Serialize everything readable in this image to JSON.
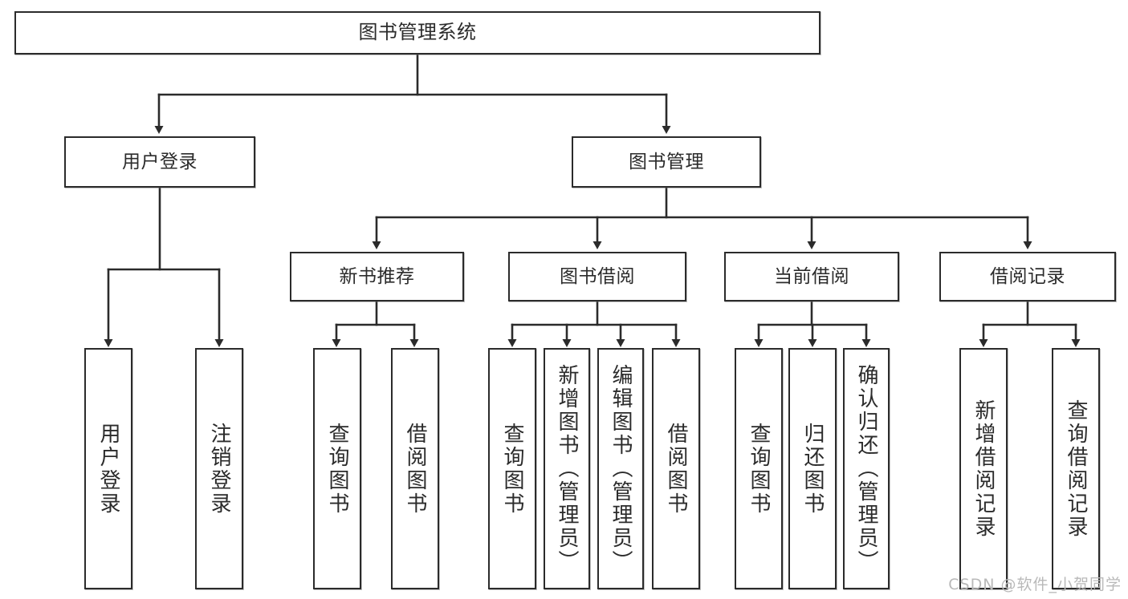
{
  "diagram": {
    "type": "tree",
    "title": "图书管理系统",
    "watermark": "CSDN @软件_小贺同学",
    "colors": {
      "border": "#2b2b2b",
      "background": "#ffffff",
      "text": "#2b2b2b",
      "connector": "#2b2b2b",
      "watermark": "#b9b9b9"
    },
    "levels": {
      "level1": [
        "图书管理系统"
      ],
      "level2": [
        "用户登录",
        "图书管理"
      ],
      "level3": [
        "新书推荐",
        "图书借阅",
        "当前借阅",
        "借阅记录"
      ],
      "level4": [
        "用户登录",
        "注销登录",
        "查询图书",
        "借阅图书",
        "查询图书",
        "新增图书（管理员）",
        "编辑图书（管理员）",
        "借阅图书",
        "查询图书",
        "归还图书",
        "确认归还（管理员）",
        "新增借阅记录",
        "查询借阅记录"
      ]
    },
    "nodes": {
      "root": {
        "label": "图书管理系统"
      },
      "user_login": {
        "label": "用户登录"
      },
      "book_manage": {
        "label": "图书管理"
      },
      "new_book_rec": {
        "label": "新书推荐"
      },
      "book_borrow": {
        "label": "图书借阅"
      },
      "current_borrow": {
        "label": "当前借阅"
      },
      "borrow_record": {
        "label": "借阅记录"
      },
      "leaf_user_login": {
        "label": "用户登录"
      },
      "leaf_logout": {
        "label": "注销登录"
      },
      "leaf_query_book_1": {
        "label": "查询图书"
      },
      "leaf_borrow_book_1": {
        "label": "借阅图书"
      },
      "leaf_query_book_2": {
        "label": "查询图书"
      },
      "leaf_add_book": {
        "label": "新增图书（管理员）"
      },
      "leaf_edit_book": {
        "label": "编辑图书（管理员）"
      },
      "leaf_borrow_book_2": {
        "label": "借阅图书"
      },
      "leaf_query_book_3": {
        "label": "查询图书"
      },
      "leaf_return_book": {
        "label": "归还图书"
      },
      "leaf_confirm_return": {
        "label": "确认归还（管理员）"
      },
      "leaf_add_record": {
        "label": "新增借阅记录"
      },
      "leaf_query_record": {
        "label": "查询借阅记录"
      }
    },
    "edges": [
      {
        "from": "root",
        "to": "user_login"
      },
      {
        "from": "root",
        "to": "book_manage"
      },
      {
        "from": "user_login",
        "to": "leaf_user_login"
      },
      {
        "from": "user_login",
        "to": "leaf_logout"
      },
      {
        "from": "book_manage",
        "to": "new_book_rec"
      },
      {
        "from": "book_manage",
        "to": "book_borrow"
      },
      {
        "from": "book_manage",
        "to": "current_borrow"
      },
      {
        "from": "book_manage",
        "to": "borrow_record"
      },
      {
        "from": "new_book_rec",
        "to": "leaf_query_book_1"
      },
      {
        "from": "new_book_rec",
        "to": "leaf_borrow_book_1"
      },
      {
        "from": "book_borrow",
        "to": "leaf_query_book_2"
      },
      {
        "from": "book_borrow",
        "to": "leaf_add_book"
      },
      {
        "from": "book_borrow",
        "to": "leaf_edit_book"
      },
      {
        "from": "book_borrow",
        "to": "leaf_borrow_book_2"
      },
      {
        "from": "current_borrow",
        "to": "leaf_query_book_3"
      },
      {
        "from": "current_borrow",
        "to": "leaf_return_book"
      },
      {
        "from": "current_borrow",
        "to": "leaf_confirm_return"
      },
      {
        "from": "borrow_record",
        "to": "leaf_add_record"
      },
      {
        "from": "borrow_record",
        "to": "leaf_query_record"
      }
    ]
  }
}
